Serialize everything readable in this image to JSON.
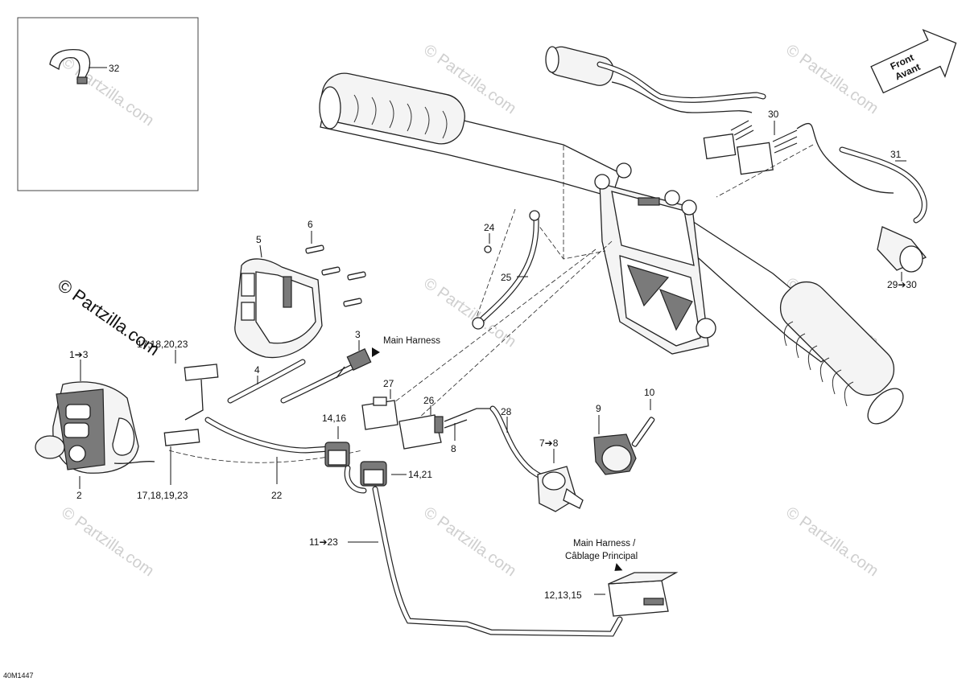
{
  "diagram_code": "40M1447",
  "watermarks": {
    "main": "© Partzilla.com",
    "repeated": "© Partzilla.com"
  },
  "front_arrow": {
    "line1": "Front",
    "line2": "Avant"
  },
  "labels": {
    "l1_3": "1➔3",
    "l2": "2",
    "l3": "3",
    "l4": "4",
    "l5": "5",
    "l6": "6",
    "l7_8": "7➔8",
    "l8": "8",
    "l9": "9",
    "l10": "10",
    "l11_23": "11➔23",
    "l12_13_15": "12,13,15",
    "l14_16": "14,16",
    "l14_21": "14,21",
    "l17_18_20_23": "17,18,20,23",
    "l17_18_19_23": "17,18,19,23",
    "l22": "22",
    "l24": "24",
    "l25": "25",
    "l26": "26",
    "l27": "27",
    "l28": "28",
    "l29_30": "29➔30",
    "l30": "30",
    "l31": "31",
    "l32": "32"
  },
  "notes": {
    "main_harness": "Main Harness",
    "main_harness_fr_line1": "Main Harness /",
    "main_harness_fr_line2": "Câblage Principal"
  }
}
